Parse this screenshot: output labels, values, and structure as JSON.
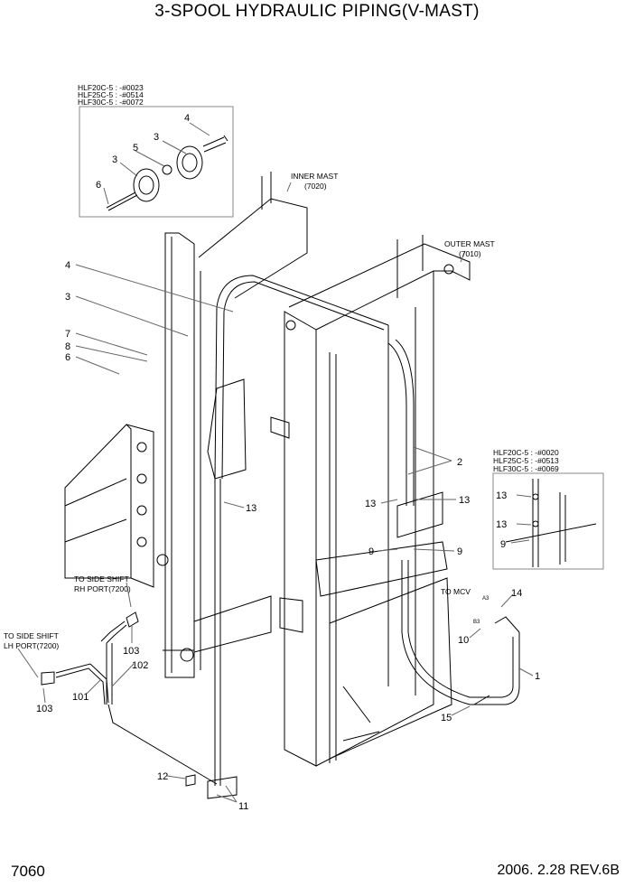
{
  "title": "3-SPOOL HYDRAULIC PIPING(V-MAST)",
  "page_number": "7060",
  "date_revision": "2006. 2.28  REV.6B",
  "inset_top_serials": [
    "HLF20C-5 : -#0023",
    "HLF25C-5 : -#0514",
    "HLF30C-5 : -#0072"
  ],
  "inset_right_serials": [
    "HLF20C-5 : -#0020",
    "HLF25C-5 : -#0513",
    "HLF30C-5 : -#0069"
  ],
  "labels": {
    "inner_mast": "INNER MAST",
    "inner_mast_ref": "(7020)",
    "outer_mast": "OUTER MAST",
    "outer_mast_ref": "(7010)",
    "to_side_shift_rh": "TO SIDE SHIFT",
    "rh_port": "RH PORT(7200)",
    "to_side_shift_lh": "TO SIDE SHIFT",
    "lh_port": "LH PORT(7200)",
    "to_mcv": "TO MCV",
    "a3": "A3",
    "b3": "B3"
  },
  "callouts": {
    "c1": "1",
    "c2": "2",
    "c3": "3",
    "c4": "4",
    "c5": "5",
    "c6": "6",
    "c7": "7",
    "c8": "8",
    "c9": "9",
    "c10": "10",
    "c11": "11",
    "c12": "12",
    "c13": "13",
    "c14": "14",
    "c15": "15",
    "c101": "101",
    "c102": "102",
    "c103": "103"
  }
}
